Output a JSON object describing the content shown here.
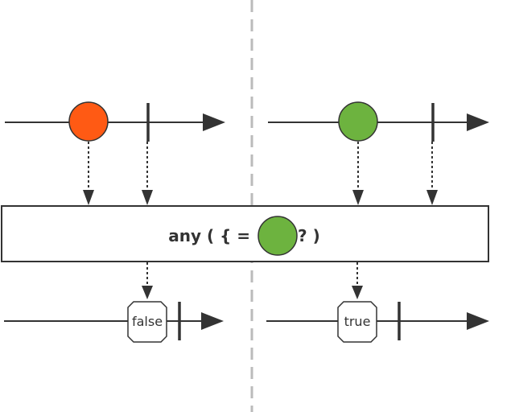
{
  "operator": {
    "prefix": "any ( { = ",
    "suffix": "? )",
    "predicate_color": "#6db33f"
  },
  "panels": [
    {
      "name": "left",
      "item_color": "#ff5a14",
      "result_label": "false"
    },
    {
      "name": "right",
      "item_color": "#6db33f",
      "result_label": "true"
    }
  ],
  "colors": {
    "line": "#333333",
    "divider": "#bbbbbb",
    "box_border": "#333333",
    "box_fill": "#ffffff"
  }
}
